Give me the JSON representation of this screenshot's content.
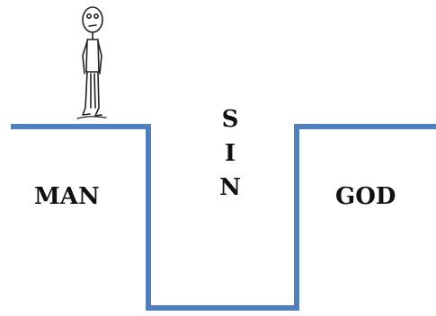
{
  "diagram": {
    "left_label": "MAN",
    "right_label": "GOD",
    "gap_letters": [
      "S",
      "I",
      "N"
    ]
  },
  "colors": {
    "path": "#4f7fbf",
    "figure": "#222222",
    "text": "#111111"
  },
  "icons": {
    "figure": "stick-figure-man"
  }
}
